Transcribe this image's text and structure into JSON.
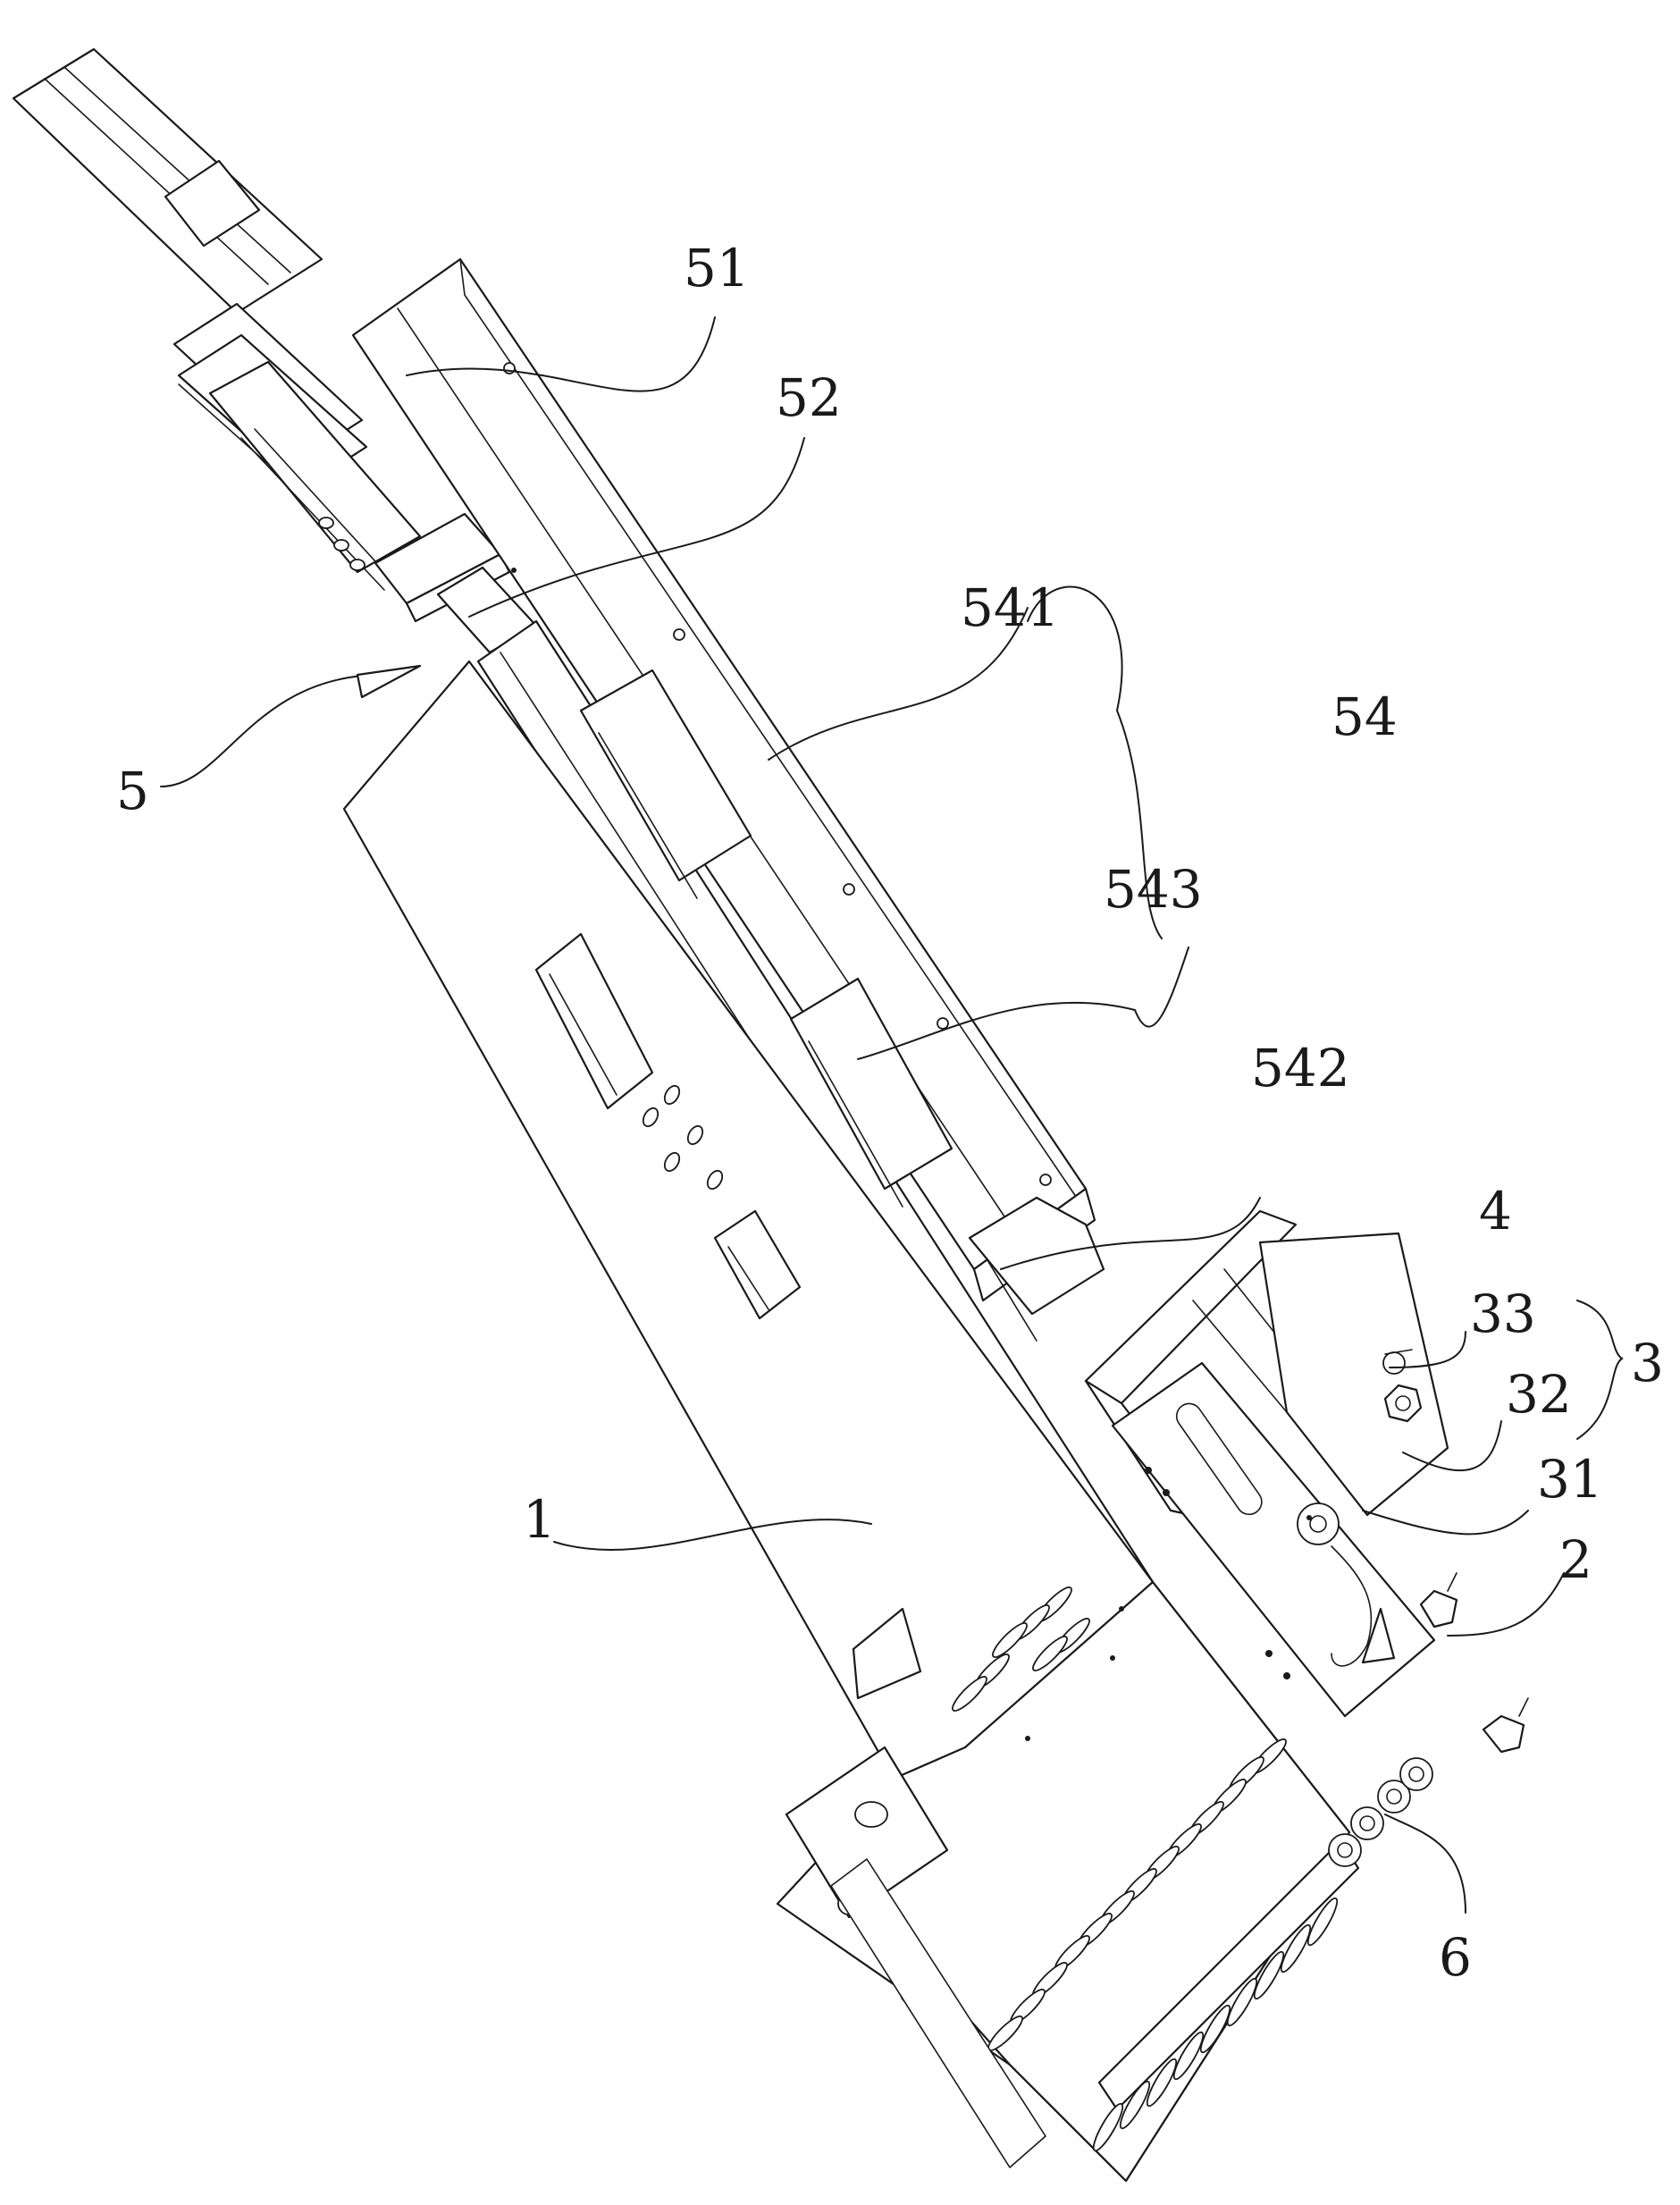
{
  "figure": {
    "labels": {
      "l51": "51",
      "l52": "52",
      "l541": "541",
      "l54": "54",
      "l543": "543",
      "l542": "542",
      "l4": "4",
      "l33": "33",
      "l3": "3",
      "l32": "32",
      "l31": "31",
      "l2": "2",
      "l1": "1",
      "l5": "5",
      "l6": "6"
    }
  },
  "colors": {
    "line": "#1a1a1a",
    "background": "#ffffff"
  }
}
